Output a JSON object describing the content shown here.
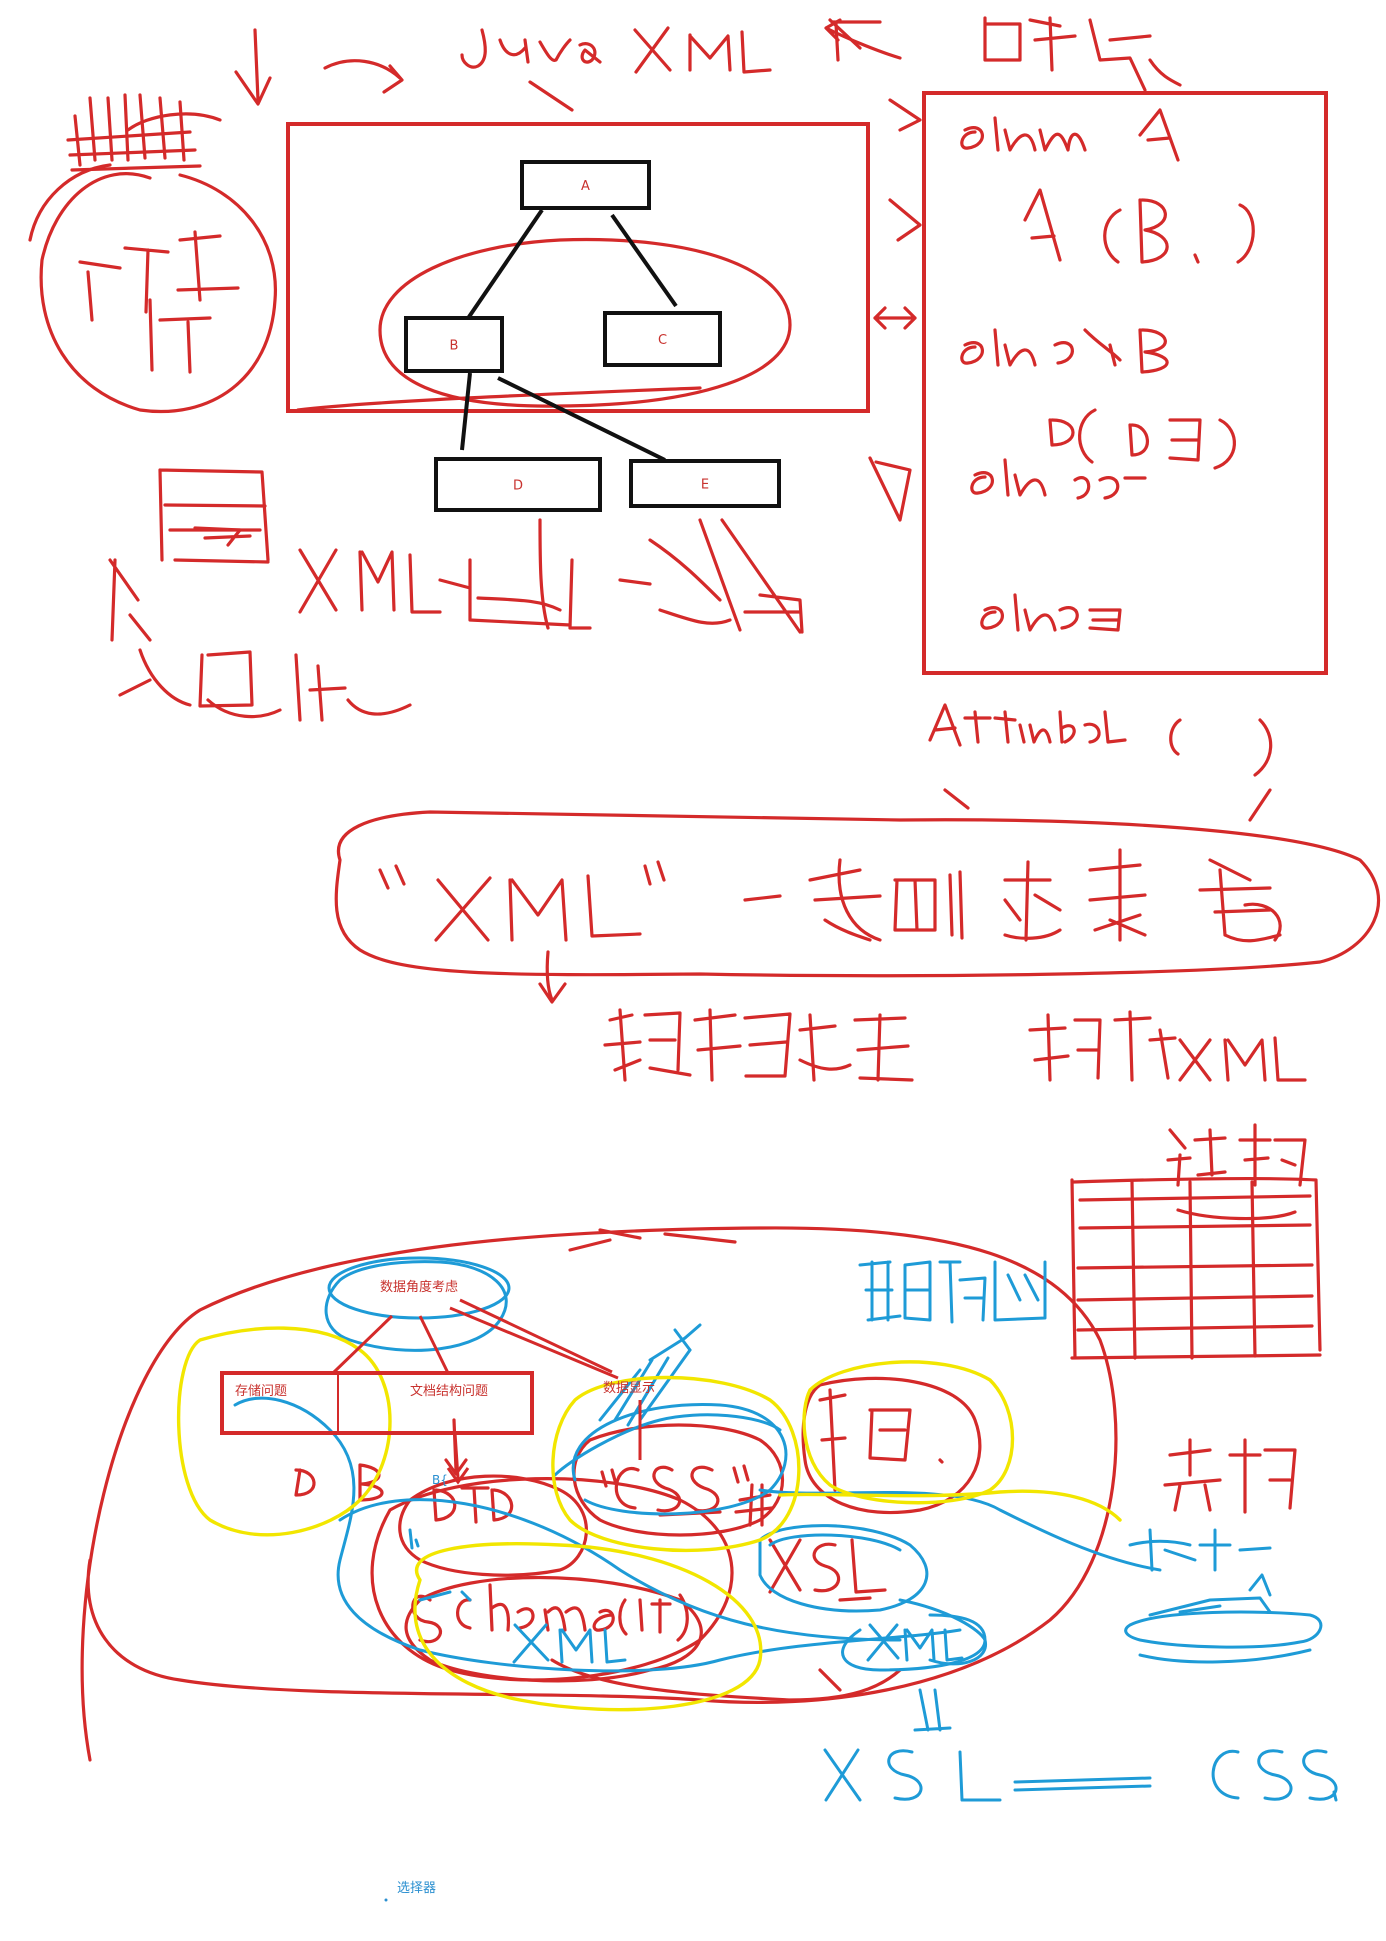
{
  "tree": {
    "nodes": [
      {
        "id": "A",
        "label": "A"
      },
      {
        "id": "B",
        "label": "B"
      },
      {
        "id": "C",
        "label": "C"
      },
      {
        "id": "D",
        "label": "D"
      },
      {
        "id": "E",
        "label": "E"
      }
    ],
    "edges": [
      [
        "A",
        "B"
      ],
      [
        "A",
        "C"
      ],
      [
        "B",
        "D"
      ],
      [
        "B",
        "E"
      ]
    ]
  },
  "xml_diagram": {
    "root": "数据角度考虑",
    "storage": "存储问题",
    "structure": "文档结构问题",
    "display": "数据显示",
    "small_b": "B{"
  },
  "selector": "选择器",
  "colors": {
    "ink_red": "#d42a2a",
    "ink_blue": "#1e9bd7",
    "ink_yellow": "#f2e600",
    "ink_black": "#111111",
    "label_red": "#c8322e",
    "label_blue": "#2a8fd0"
  }
}
